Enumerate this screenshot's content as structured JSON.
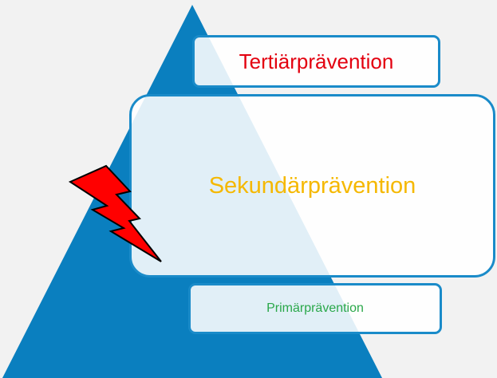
{
  "levels": {
    "tertiary": {
      "label": "Tertiärprävention",
      "color": "#e3000f"
    },
    "secondary": {
      "label": "Sekundärprävention",
      "color": "#f5b800"
    },
    "primary": {
      "label": "Primärprävention",
      "color": "#2aa84a"
    }
  },
  "colors": {
    "pyramid": "#0a7fbf",
    "box_border": "#1a8bc9",
    "lightning": "#ff0000",
    "background": "#f2f2f2"
  },
  "icons": {
    "lightning": "lightning-bolt-icon"
  }
}
